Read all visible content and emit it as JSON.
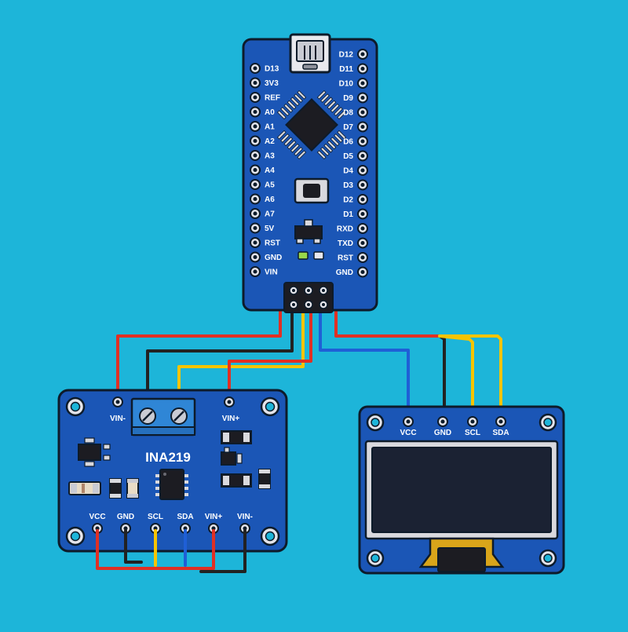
{
  "colors": {
    "background": "#1db5d9",
    "board": "#1b56b6",
    "board_outline": "#0d1b2a",
    "wire_red": "#e03024",
    "wire_black": "#222222",
    "wire_yellow": "#f6c400",
    "wire_blue": "#1f5fd6",
    "terminal_block": "#2f86d6",
    "oled_screen": "#1b2233"
  },
  "arduino": {
    "left_pins": [
      "D13",
      "3V3",
      "REF",
      "A0",
      "A1",
      "A2",
      "A3",
      "A4",
      "A5",
      "A6",
      "A7",
      "5V",
      "RST",
      "GND",
      "VIN"
    ],
    "right_pins": [
      "D12",
      "D11",
      "D10",
      "D9",
      "D8",
      "D7",
      "D6",
      "D5",
      "D4",
      "D3",
      "D2",
      "D1",
      "RXD",
      "TXD",
      "RST",
      "GND"
    ]
  },
  "ina219": {
    "title": "INA219",
    "top_left_label": "VIN-",
    "top_right_label": "VIN+",
    "bottom_pins": [
      "VCC",
      "GND",
      "SCL",
      "SDA",
      "VIN+",
      "VIN-"
    ]
  },
  "oled": {
    "pins": [
      "VCC",
      "GND",
      "SCL",
      "SDA"
    ]
  }
}
